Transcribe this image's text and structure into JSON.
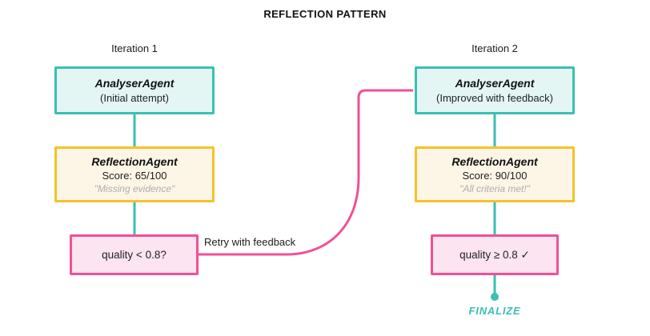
{
  "title": "REFLECTION PATTERN",
  "colors": {
    "teal": "#3bbfb3",
    "tealFill": "#e3f6f4",
    "yellow": "#f5c22b",
    "yellowFill": "#fdf5e6",
    "pink": "#ef5197",
    "pinkFill": "#fce4f0",
    "ink": "#1a1a1a",
    "gray": "#aeaeae"
  },
  "iterations": [
    {
      "label": "Iteration 1",
      "analyser": {
        "title": "AnalyserAgent",
        "subtitle": "(Initial attempt)"
      },
      "reflection": {
        "title": "ReflectionAgent",
        "score": "Score: 65/100",
        "quote": "\"Missing evidence\""
      },
      "decision": "quality < 0.8?"
    },
    {
      "label": "Iteration 2",
      "analyser": {
        "title": "AnalyserAgent",
        "subtitle": "(Improved with feedback)"
      },
      "reflection": {
        "title": "ReflectionAgent",
        "score": "Score: 90/100",
        "quote": "\"All criteria met!\""
      },
      "decision": "quality ≥ 0.8 ✓",
      "finalize": "FINALIZE"
    }
  ],
  "edge": {
    "label": "Retry with feedback"
  }
}
